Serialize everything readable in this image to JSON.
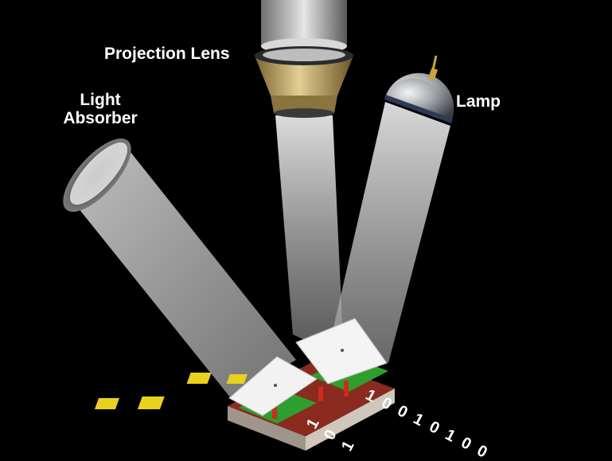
{
  "labels": {
    "projection_lens": "Projection Lens",
    "lamp": "Lamp",
    "light_absorber_line1": "Light",
    "light_absorber_line2": "Absorber"
  },
  "binary_digits": [
    "1",
    "0",
    "0",
    "1",
    "0",
    "1",
    "0",
    "0",
    "1",
    "0",
    "1"
  ],
  "colors": {
    "background": "#000000",
    "text": "#ffffff",
    "beam": "#dcdcdc",
    "mirror": "#f2f2f2",
    "chip_base": "#cfc6bc",
    "chip_top_red": "#b3261e",
    "chip_green": "#2e9e2e",
    "chip_yellow": "#e8d21c",
    "lens_body": "#b79a5a",
    "lamp_dome": "#b8bcc2"
  }
}
